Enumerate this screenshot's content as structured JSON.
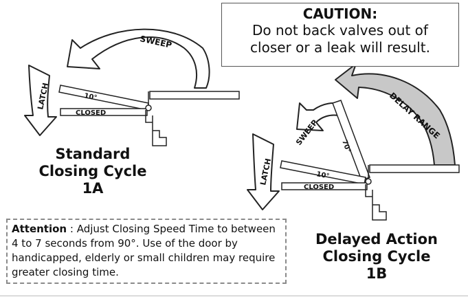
{
  "caution": {
    "title": "CAUTION:",
    "line1": "Do not back valves out of",
    "line2": "closer or a leak will result."
  },
  "diagram_a": {
    "sweep_label": "SWEEP",
    "latch_label": "LATCH",
    "angle_label": "10°",
    "closed_label": "CLOSED",
    "caption": [
      "Standard",
      "Closing Cycle",
      "1A"
    ]
  },
  "diagram_b": {
    "delay_label": "DELAY RANGE",
    "sweep_label": "SWEEP",
    "latch_label": "LATCH",
    "angle_70_label": "70°",
    "angle_label": "10°",
    "closed_label": "CLOSED",
    "caption": [
      "Delayed Action",
      "Closing Cycle",
      "1B"
    ]
  },
  "attention": {
    "label": "Attention",
    "text": " : Adjust Closing Speed Time to between 4 to 7 seconds from 90°. Use of the door by handicapped, elderly or small children may require greater closing time."
  },
  "colors": {
    "delay_fill": "#c8c8c8",
    "arrow_stroke": "#222222",
    "border_dashed": "#8a8a8a"
  }
}
